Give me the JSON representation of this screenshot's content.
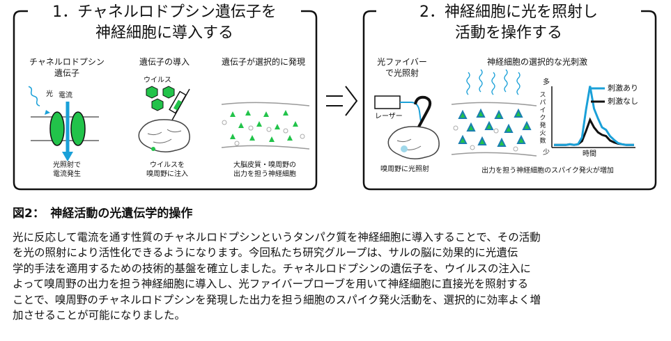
{
  "panel1": {
    "title_line1": "1．チャネルロドプシン遺伝子を",
    "title_line2": "神経細胞に導入する",
    "col1_line1": "チャネルロドプシン",
    "col1_line2": "遺伝子",
    "light": "光",
    "current": "電流",
    "col1_bottom_line1": "光照射で",
    "col1_bottom_line2": "電流発生",
    "col2_title": "遺伝子の導入",
    "virus": "ウイルス",
    "col2_bottom_line1": "ウイルスを",
    "col2_bottom_line2": "嗅周野に注入",
    "col3_title": "遺伝子が選択的に発現",
    "col3_bottom_line1": "大脳皮質・嗅周野の",
    "col3_bottom_line2": "出力を担う神経細胞"
  },
  "panel2": {
    "title_line1": "2．神経細胞に光を照射し",
    "title_line2": "活動を操作する",
    "col1_line1": "光ファイバー",
    "col1_line2": "で光照射",
    "laser": "レーザー",
    "col1_bottom": "嗅周野に光照射",
    "col2_title": "神経細胞の選択的な光刺激",
    "col2_bottom": "出力を担う神経細胞のスパイク発火が増加"
  },
  "chart_data": {
    "type": "line",
    "ylabel": "スパイク発火数",
    "xlabel": "時間",
    "y_top_label": "多",
    "y_bottom_label": "少",
    "series": [
      {
        "name": "刺激あり",
        "color": "#1aa0d8",
        "values": [
          2,
          2,
          2,
          2,
          3,
          2,
          3,
          14,
          58,
          96,
          60,
          44,
          30,
          26,
          16,
          10,
          5,
          3,
          2,
          2,
          2
        ]
      },
      {
        "name": "刺激なし",
        "color": "#111111",
        "values": [
          2,
          2,
          2,
          2,
          3,
          2,
          3,
          8,
          24,
          42,
          30,
          22,
          18,
          16,
          9,
          6,
          4,
          3,
          2,
          2,
          2
        ]
      }
    ],
    "ylim": [
      0,
      100
    ],
    "legend": "top-right"
  },
  "figure": {
    "title": "図2：　神経活動の光遺伝学的操作",
    "lines": [
      "光に反応して電流を通す性質のチャネルロドプシンというタンパク質を神経細胞に導入することで、その活動",
      "を光の照射により活性化できるようになります。今回私たち研究グループは、サルの脳に効果的に光遺伝",
      "学的手法を適用するための技術的基盤を確立しました。チャネルロドプシンの遺伝子を、ウイルスの注入に",
      "よって嗅周野の出力を担う神経細胞に導入し、光ファイバープローブを用いて神経細胞に直接光を照射する",
      "ことで、嗅周野のチャネルロドプシンを発現した出力を担う細胞のスパイク発火活動を、選択的に効率よく増",
      "加させることが可能になりました。"
    ]
  }
}
